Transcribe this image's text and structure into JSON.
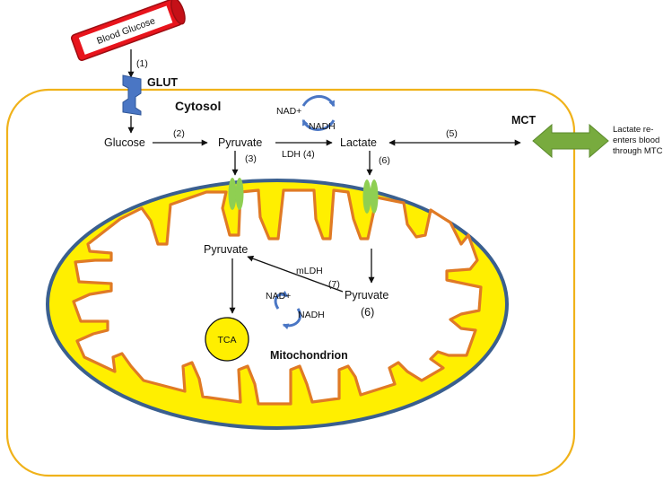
{
  "labels": {
    "blood_glucose": "Blood Glucose",
    "glut": "GLUT",
    "cytosol": "Cytosol",
    "mct": "MCT",
    "lactate_reenters_line1": "Lactate re-",
    "lactate_reenters_line2": "enters blood",
    "lactate_reenters_line3": "through MTC",
    "glucose": "Glucose",
    "pyruvate_cytosol": "Pyruvate",
    "lactate": "Lactate",
    "nad_top": "NAD+",
    "nadh_top": "NADH",
    "ldh": "LDH (4)",
    "pyruvate_mito_left": "Pyruvate",
    "pyruvate_mito_right": "Pyruvate",
    "mldh": "mLDH",
    "nad_mito": "NAD+",
    "nadh_mito": "NADH",
    "tca": "TCA",
    "mitochondrion": "Mitochondrion"
  },
  "steps": {
    "s1": "(1)",
    "s2": "(2)",
    "s3": "(3)",
    "s5": "(5)",
    "s6_top": "(6)",
    "s6_bottom": "(6)",
    "s7": "(7)"
  },
  "colors": {
    "cell_membrane": "#f0b21a",
    "mito_outer": "#3a5f8f",
    "mito_fill": "#ffef00",
    "cristae": "#e07a25",
    "tube_red": "#e8141c",
    "transporter_green": "#8fcf52",
    "glut_blue": "#4a76c4",
    "cycle_blue": "#4a76c4",
    "mct_green": "#78ab3e",
    "arrow": "#111111"
  }
}
